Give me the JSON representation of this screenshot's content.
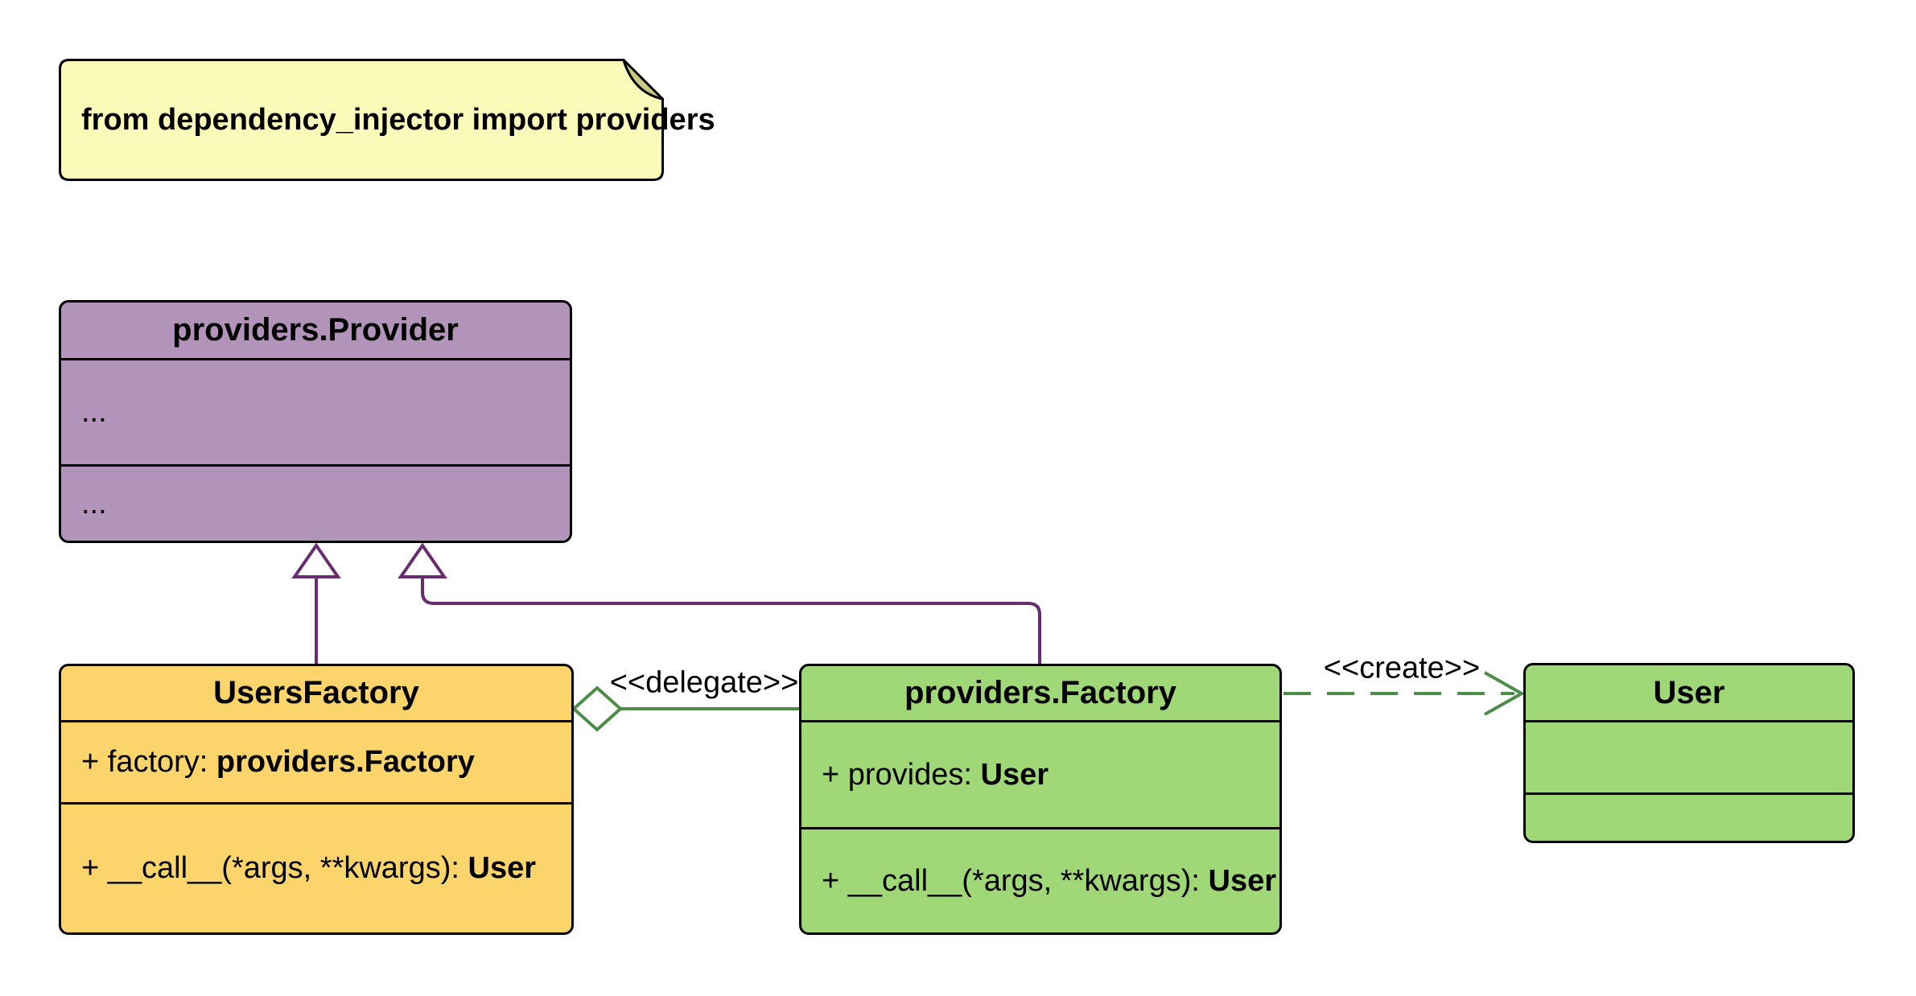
{
  "note": {
    "text": "from dependency_injector import providers"
  },
  "classes": {
    "provider": {
      "title": "providers.Provider",
      "attribute_placeholder": "...",
      "method_placeholder": "..."
    },
    "users_factory": {
      "title": "UsersFactory",
      "attribute": {
        "prefix": "+ factory: ",
        "bold": "providers.Factory"
      },
      "method": {
        "prefix": "+ __call__(*args, **kwargs): ",
        "bold": "User"
      }
    },
    "factory": {
      "title": "providers.Factory",
      "attribute": {
        "prefix": "+ provides: ",
        "bold": "User"
      },
      "method": {
        "prefix": "+ __call__(*args, **kwargs): ",
        "bold": "User"
      }
    },
    "user": {
      "title": "User"
    }
  },
  "relations": {
    "inheritance_users_factory": {
      "type": "generalization",
      "from": "UsersFactory",
      "to": "providers.Provider"
    },
    "inheritance_factory": {
      "type": "generalization",
      "from": "providers.Factory",
      "to": "providers.Provider"
    },
    "delegate": {
      "label": "<<delegate>>",
      "type": "aggregation",
      "from": "UsersFactory",
      "to": "providers.Factory"
    },
    "create": {
      "label": "<<create>>",
      "type": "dependency-dashed",
      "from": "providers.Factory",
      "to": "User"
    }
  },
  "colors": {
    "background": "#FFFFFF",
    "note_fill": "#FAFAB9",
    "note_fold": "#C9C983",
    "purple_fill": "#B293B9",
    "yellow_fill": "#FBD46B",
    "green_fill": "#A0D878",
    "purple_line": "#6A2C70",
    "green_line": "#4E8C4A",
    "border": "#000000"
  }
}
